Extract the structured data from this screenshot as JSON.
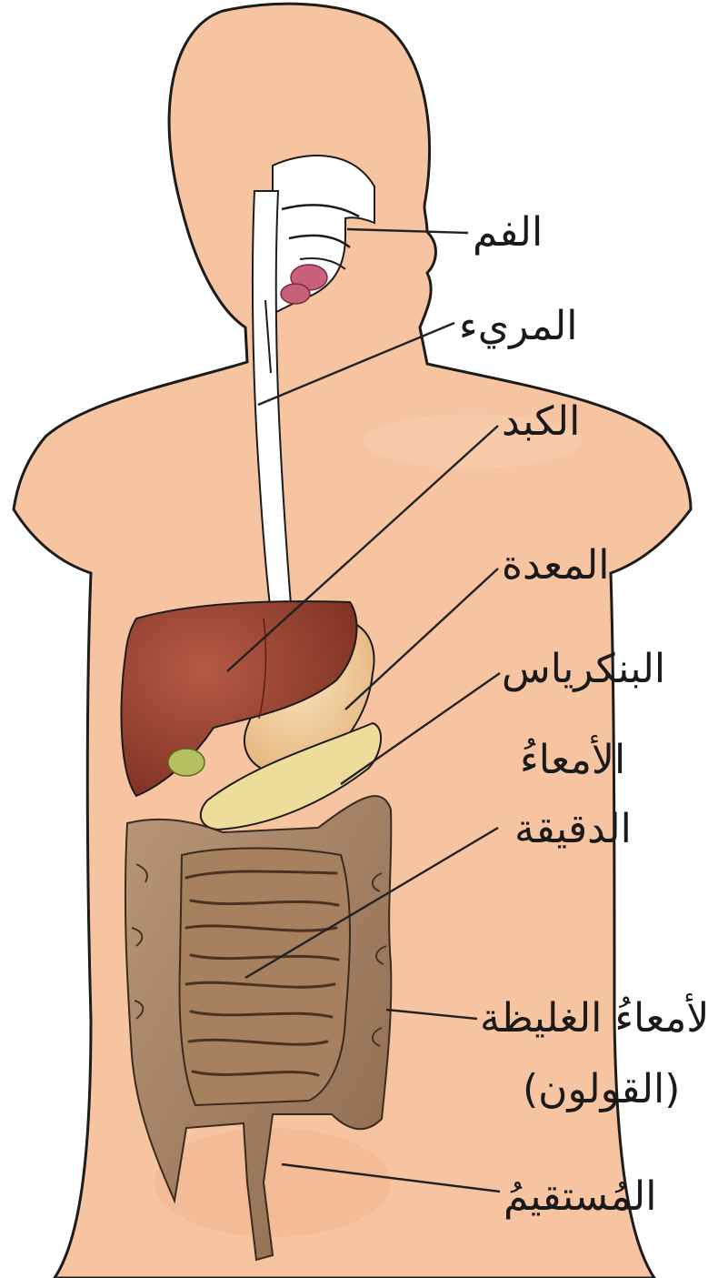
{
  "labels": {
    "mouth": "الفم",
    "esophagus": "المريء",
    "liver": "الكبد",
    "stomach": "المعدة",
    "pancreas": "البنكرياس",
    "small_intestine_1": "الأمعاءُ",
    "small_intestine_2": "الدقيقة",
    "large_intestine_1": "الأمعاءُ الغليظة",
    "large_intestine_2": "(القولون)",
    "rectum": "المُستقيمُ"
  },
  "colors": {
    "skin": "#F6C4A0",
    "skin_outline": "#1c1c1c",
    "liver": "#8E3B2A",
    "stomach": "#F2CF9B",
    "pancreas": "#EEDD9A",
    "gallbladder": "#B5C060",
    "intestine": "#A88365",
    "salivary": "#C8607A",
    "tract": "#FFFFFF"
  }
}
